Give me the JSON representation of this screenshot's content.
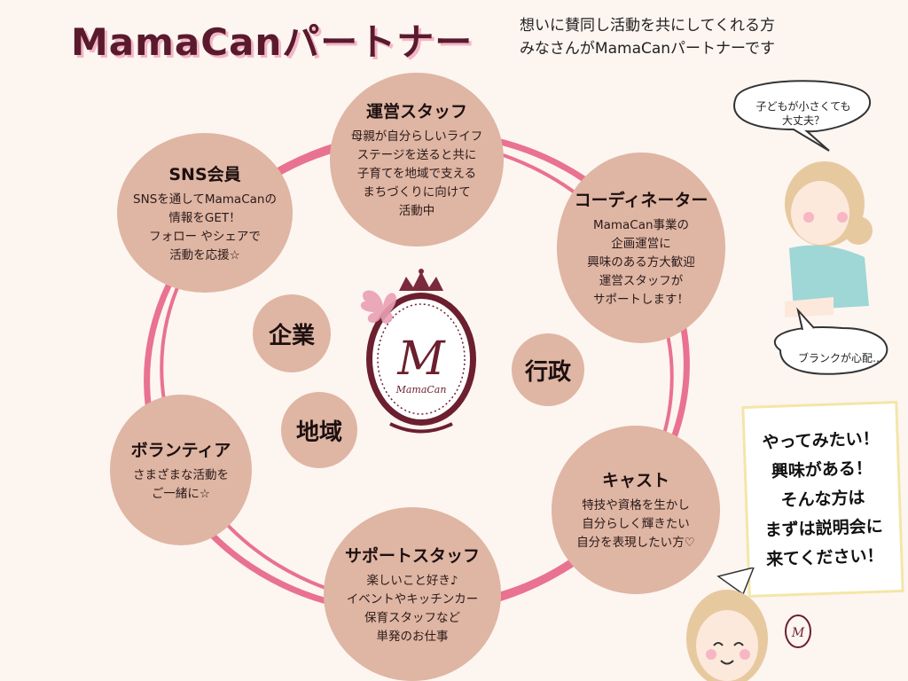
{
  "header": {
    "title": "MamaCanパートナー",
    "subtitle_line1": "想いに賛同し活動を共にしてくれる方",
    "subtitle_line2": "みなさんがMamaCanパートナーです"
  },
  "roles": {
    "unei": {
      "title": "運営スタッフ",
      "desc": "母親が自分らしいライフ\nステージを送ると共に\n子育てを地域で支える\nまちづくりに向けて\n活動中"
    },
    "sns": {
      "title": "SNS会員",
      "desc": "SNSを通してMamaCanの\n情報をGET！\nフォロー やシェアで\n活動を応援☆"
    },
    "coordinator": {
      "title": "コーディネーター",
      "desc": "MamaCan事業の\n企画運営に\n興味のある方大歓迎\n運営スタッフが\nサポートします！"
    },
    "volunteer": {
      "title": "ボランティア",
      "desc": "さまざまな活動を\nご一緒に☆"
    },
    "cast": {
      "title": "キャスト",
      "desc": "特技や資格を生かし\n自分らしく輝きたい\n自分を表現したい方♡"
    },
    "support": {
      "title": "サポートスタッフ",
      "desc": "楽しいこと好き♪\nイベントやキッチンカー\n保育スタッフなど\n単発のお仕事"
    }
  },
  "small": {
    "kigyo": "企業",
    "chiiki": "地域",
    "gyosei": "行政"
  },
  "logo": {
    "letter": "M",
    "text": "MamaCan"
  },
  "speech": {
    "top": "子どもが小さくても\n大丈夫？",
    "blank": "ブランクが心配…"
  },
  "note": {
    "text": "やってみたい！\n興味がある！\nそんな方は\nまずは説明会に\n来てください！"
  },
  "colors": {
    "bubble": "#dfb5a3",
    "ring": "#e8728f",
    "title": "#5a1a2e"
  }
}
